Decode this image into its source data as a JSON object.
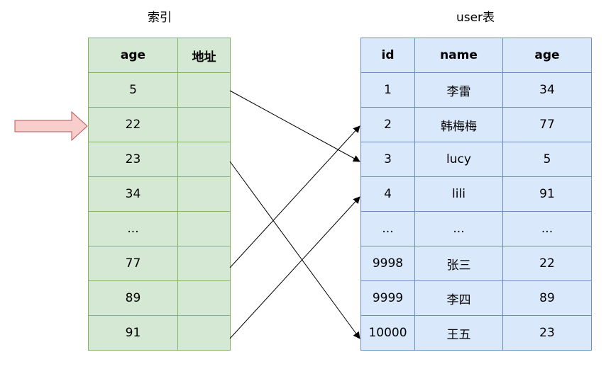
{
  "index_title": "索引",
  "user_title": "user表",
  "index_table": {
    "headers": [
      "age",
      "地址"
    ],
    "rows": [
      [
        "5",
        ""
      ],
      [
        "22",
        ""
      ],
      [
        "23",
        ""
      ],
      [
        "34",
        ""
      ],
      [
        "...",
        ""
      ],
      [
        "77",
        ""
      ],
      [
        "89",
        ""
      ],
      [
        "91",
        ""
      ]
    ]
  },
  "user_table": {
    "headers": [
      "id",
      "name",
      "age"
    ],
    "rows": [
      [
        "1",
        "李雷",
        "34"
      ],
      [
        "2",
        "韩梅梅",
        "77"
      ],
      [
        "3",
        "lucy",
        "5"
      ],
      [
        "4",
        "lili",
        "91"
      ],
      [
        "...",
        "...",
        "..."
      ],
      [
        "9998",
        "张三",
        "22"
      ],
      [
        "9999",
        "李四",
        "89"
      ],
      [
        "10000",
        "王五",
        "23"
      ]
    ]
  },
  "links": [
    {
      "from_index_row": 0,
      "to_user_row": 2
    },
    {
      "from_index_row": 2,
      "to_user_row": 7
    },
    {
      "from_index_row": 5,
      "to_user_row": 1
    },
    {
      "from_index_row": 7,
      "to_user_row": 3
    }
  ],
  "pointer": {
    "target_index_row": 1
  },
  "colors": {
    "index_fill": "#d5e8d4",
    "index_border": "#82b366",
    "user_fill": "#dae8fc",
    "user_border": "#6c8ebf",
    "pointer_fill": "#f8cecc",
    "pointer_border": "#b85450"
  }
}
